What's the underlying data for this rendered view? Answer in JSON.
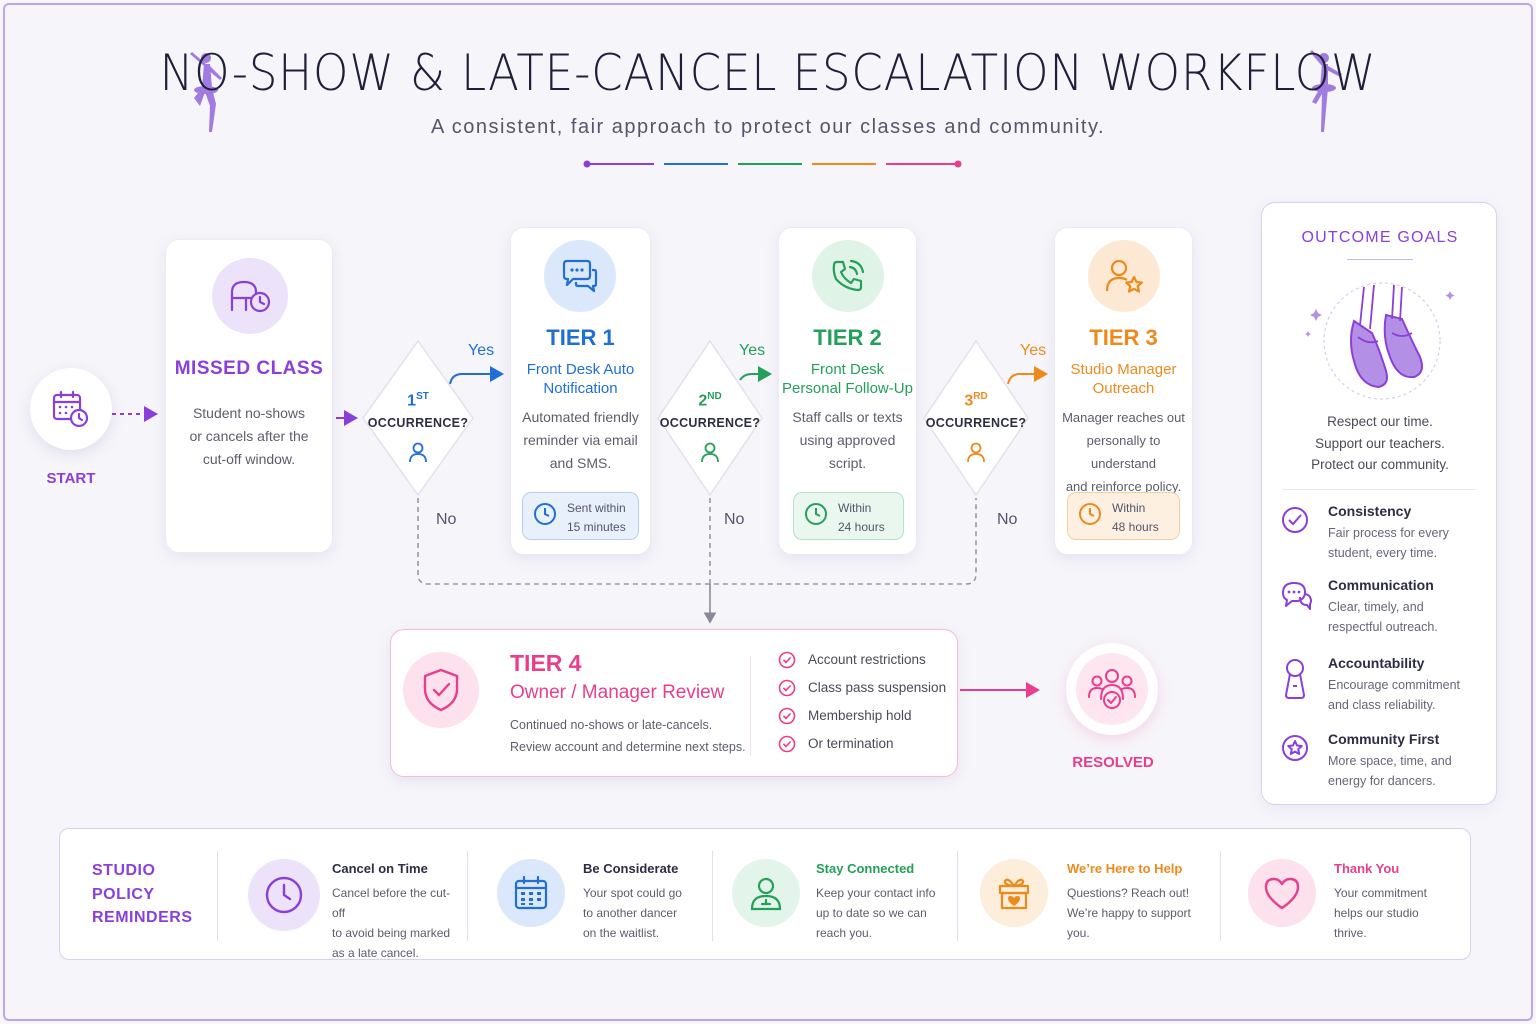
{
  "header": {
    "title": "NO-SHOW & LATE-CANCEL ESCALATION WORKFLOW",
    "subtitle": "A consistent, fair approach to protect our classes and community."
  },
  "colors": {
    "purple": "#8b3fd9",
    "blue": "#1f6fd6",
    "green": "#24a05a",
    "orange": "#ee8a1c",
    "pink": "#e83e8c"
  },
  "start": {
    "label": "START",
    "icon": "calendar-clock-icon"
  },
  "missed": {
    "title": "MISSED CLASS",
    "body": [
      "Student no-shows",
      "or cancels after the",
      "cut-off window."
    ],
    "icon": "chair-clock-icon"
  },
  "decisions": [
    {
      "ord": "1",
      "sup": "ST",
      "label": "OCCURRENCE?",
      "yes": "Yes",
      "no": "No"
    },
    {
      "ord": "2",
      "sup": "ND",
      "label": "OCCURRENCE?",
      "yes": "Yes",
      "no": "No"
    },
    {
      "ord": "3",
      "sup": "RD",
      "label": "OCCURRENCE?",
      "yes": "Yes",
      "no": "No"
    }
  ],
  "tiers": [
    {
      "title": "TIER 1",
      "sub": [
        "Front Desk Auto",
        "Notification"
      ],
      "body": [
        "Automated friendly",
        "reminder via email",
        "and SMS."
      ],
      "pill": [
        "Sent within",
        "15 minutes"
      ],
      "icon": "chat-bubbles-icon"
    },
    {
      "title": "TIER 2",
      "sub": [
        "Front Desk",
        "Personal Follow-Up"
      ],
      "body": [
        "Staff calls or texts",
        "using approved",
        "script."
      ],
      "pill": [
        "Within",
        "24 hours"
      ],
      "icon": "phone-icon"
    },
    {
      "title": "TIER 3",
      "sub": [
        "Studio Manager",
        "Outreach"
      ],
      "body": [
        "Manager reaches out",
        "personally to understand",
        "and reinforce policy."
      ],
      "pill": [
        "Within",
        "48 hours"
      ],
      "icon": "user-star-icon"
    }
  ],
  "tier4": {
    "title": "TIER 4",
    "sub": "Owner / Manager Review",
    "body": [
      "Continued no-shows or late-cancels.",
      "Review account and determine next steps."
    ],
    "actions": [
      "Account restrictions",
      "Class pass suspension",
      "Membership hold",
      "Or termination"
    ],
    "icon": "shield-check-icon"
  },
  "resolved": {
    "label": "RESOLVED",
    "icon": "group-check-icon"
  },
  "goals": {
    "title": "OUTCOME GOALS",
    "intro": [
      "Respect our time.",
      "Support our teachers.",
      "Protect our community."
    ],
    "items": [
      {
        "title": "Consistency",
        "desc": [
          "Fair process for every",
          "student, every time."
        ],
        "icon": "check-circle-icon"
      },
      {
        "title": "Communication",
        "desc": [
          "Clear, timely, and",
          "respectful outreach."
        ],
        "icon": "chat-icon"
      },
      {
        "title": "Accountability",
        "desc": [
          "Encourage commitment",
          "and class reliability."
        ],
        "icon": "keyhole-icon"
      },
      {
        "title": "Community First",
        "desc": [
          "More space, time, and",
          "energy for dancers."
        ],
        "icon": "star-circle-icon"
      }
    ]
  },
  "reminders": {
    "title": [
      "STUDIO",
      "POLICY",
      "REMINDERS"
    ],
    "items": [
      {
        "title": "Cancel on Time",
        "desc": [
          "Cancel before the cut-off",
          "to avoid being marked",
          "as a late cancel."
        ],
        "icon": "clock-icon"
      },
      {
        "title": "Be Considerate",
        "desc": [
          "Your spot could go",
          "to another dancer",
          "on the waitlist."
        ],
        "icon": "calendar-icon"
      },
      {
        "title": "Stay Connected",
        "desc": [
          "Keep your contact info",
          "up to date so we can",
          "reach you."
        ],
        "icon": "contact-user-icon"
      },
      {
        "title": "We’re  Here to Help",
        "desc": [
          "Questions? Reach out!",
          "We’re happy to support",
          "you."
        ],
        "icon": "gift-heart-icon"
      },
      {
        "title": "Thank  You",
        "desc": [
          "Your commitment",
          "helps our studio",
          "thrive."
        ],
        "icon": "heart-icon"
      }
    ]
  }
}
